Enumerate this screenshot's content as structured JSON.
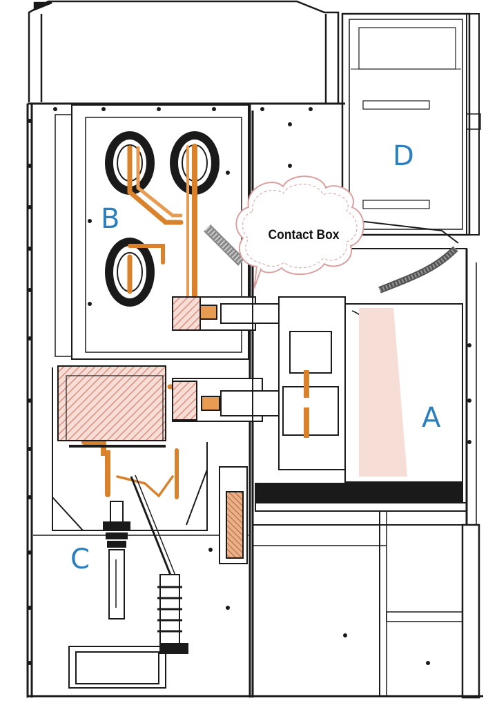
{
  "labels": {
    "a": "A",
    "b": "B",
    "c": "C",
    "d": "D"
  },
  "callout": {
    "text": "Contact Box"
  },
  "colors": {
    "line": "#1a1a1a",
    "copper": "#d9822b",
    "hatch": "#e8a898",
    "label": "#2a7fbf",
    "callout_border": "#d9a0a0"
  }
}
